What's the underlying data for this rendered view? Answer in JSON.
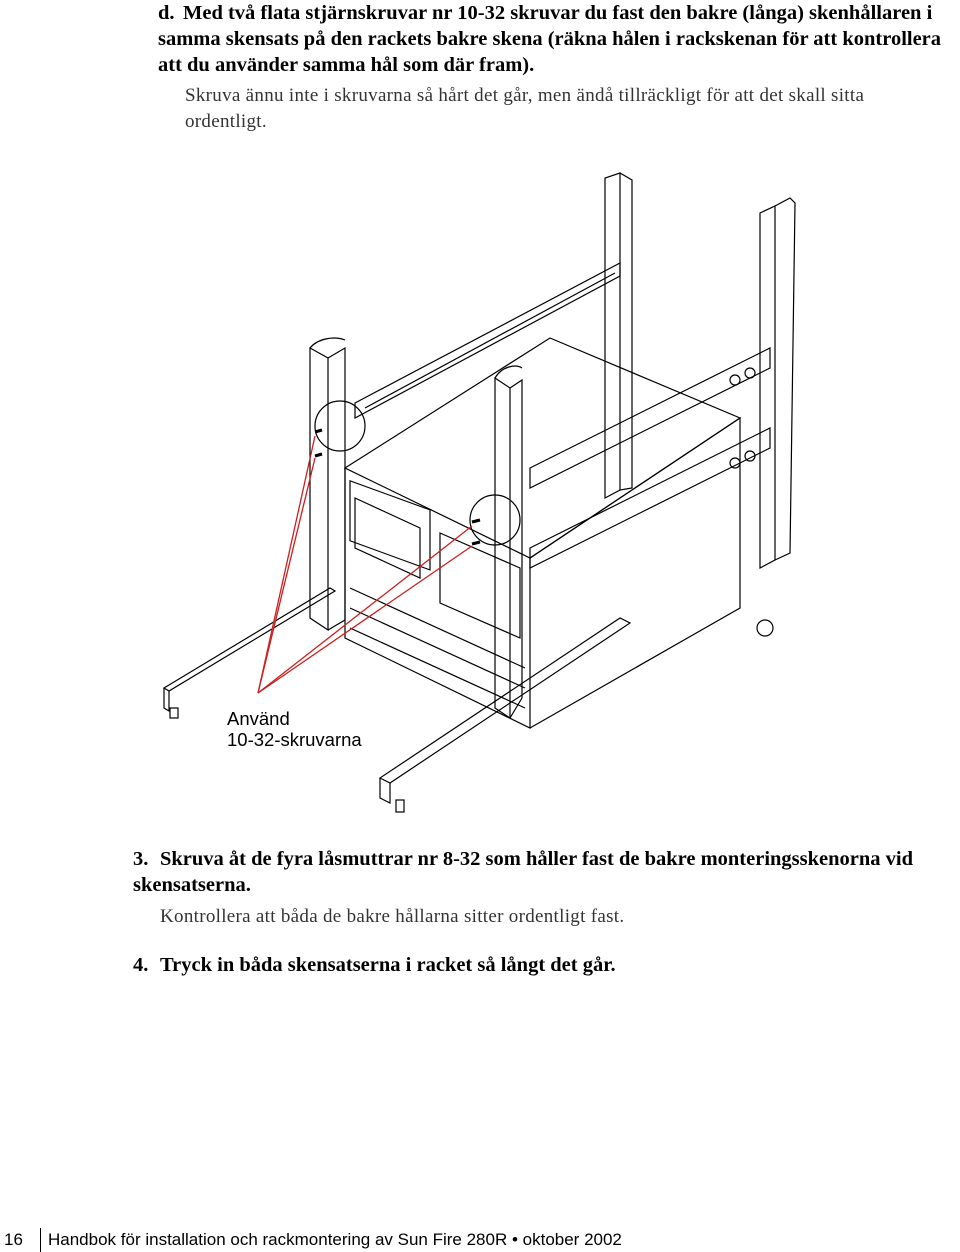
{
  "step_d": {
    "marker": "d.",
    "text": "Med två flata stjärnskruvar nr 10-32 skruvar du fast den bakre (långa) skenhållaren i samma skensats på den rackets bakre skena (räkna hålen i rackskenan för att kontrollera att du använder samma hål som där fram)."
  },
  "step_d_note": "Skruva ännu inte i skruvarna så hårt det går, men ändå tillräckligt för att det skall sitta ordentligt.",
  "figure": {
    "callout": [
      "Använd",
      "10-32-skruvarna"
    ]
  },
  "step_3": {
    "number": "3.",
    "text": "Skruva åt de fyra låsmuttrar nr 8-32 som håller fast de bakre monteringsskenorna vid skensatserna.",
    "note": "Kontrollera att båda de bakre hållarna sitter ordentligt fast."
  },
  "step_4": {
    "number": "4.",
    "text": "Tryck in båda skensatserna i racket så långt det går."
  },
  "footer": {
    "page_number": "16",
    "title": "Handbok för installation och rackmontering av Sun Fire 280R • oktober 2002"
  },
  "colors": {
    "callout_line": "#cc1f1f",
    "text_body": "#333333"
  }
}
